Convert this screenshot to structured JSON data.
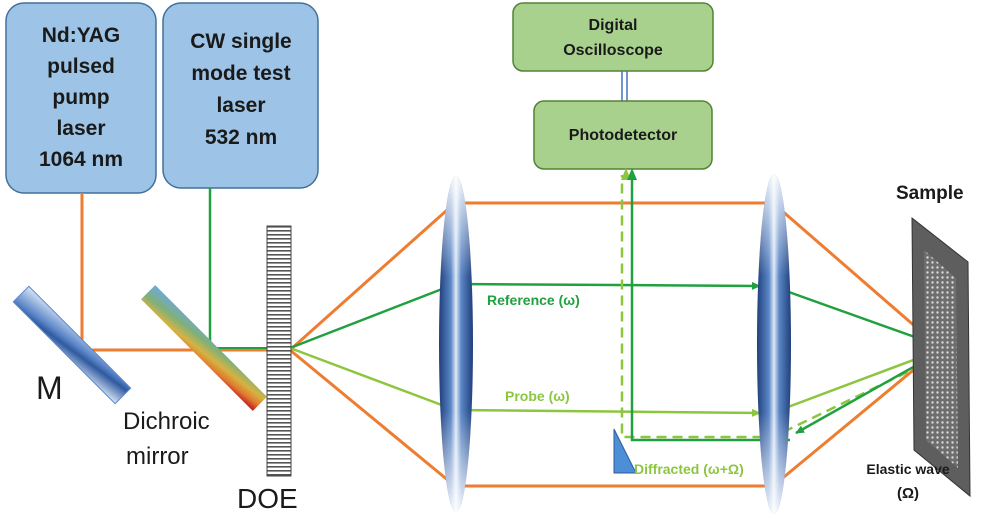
{
  "boxes": {
    "pump_laser": [
      "Nd:YAG",
      "pulsed",
      "pump",
      "laser",
      "1064 nm"
    ],
    "test_laser": [
      "CW single",
      "mode test",
      "laser",
      "532 nm"
    ],
    "oscilloscope": [
      "Digital",
      "Oscilloscope"
    ],
    "photodetector": "Photodetector"
  },
  "labels": {
    "mirror": "M",
    "dichroic": [
      "Dichroic",
      "mirror"
    ],
    "doe": "DOE",
    "sample": "Sample",
    "elastic_wave": [
      "Elastic wave",
      "(Ω)"
    ]
  },
  "beams": {
    "reference": "Reference (ω)",
    "probe": "Probe (ω)",
    "diffracted": "Diffracted (ω+Ω)"
  },
  "colors": {
    "box_blue_fill": "#9dc3e6",
    "box_blue_stroke": "#41719c",
    "box_green_fill": "#a9d18e",
    "box_green_stroke": "#548235",
    "pump_orange": "#ed7d31",
    "reference_green": "#21a040",
    "probe_green": "#8cc63f",
    "detector_line_blue": "#4472c4"
  }
}
